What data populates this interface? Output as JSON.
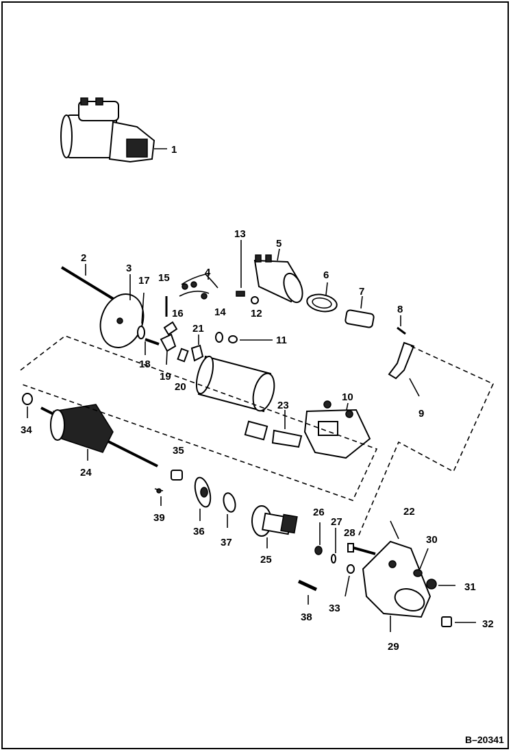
{
  "diagram": {
    "reference": "B–20341",
    "callouts": [
      "1",
      "2",
      "3",
      "4",
      "5",
      "6",
      "7",
      "8",
      "9",
      "10",
      "11",
      "12",
      "13",
      "14",
      "15",
      "16",
      "17",
      "18",
      "19",
      "20",
      "21",
      "22",
      "23",
      "24",
      "25",
      "26",
      "27",
      "28",
      "29",
      "30",
      "31",
      "32",
      "33",
      "34",
      "35",
      "36",
      "37",
      "38",
      "39"
    ]
  }
}
